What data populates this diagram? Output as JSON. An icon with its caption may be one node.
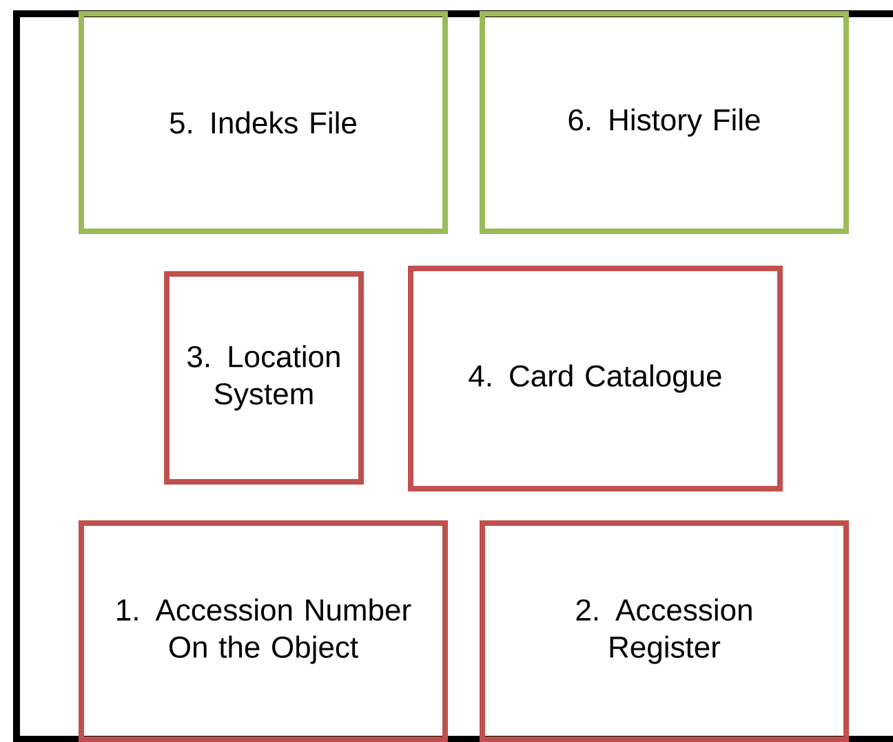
{
  "diagram": {
    "nodes": [
      {
        "text": [
          "5. Indeks File"
        ]
      },
      {
        "text": [
          "6. History File"
        ]
      },
      {
        "text": [
          "3. Location System"
        ]
      },
      {
        "text": [
          "4. Card Catalogue"
        ]
      },
      {
        "text": [
          "1. Accession Number On the Object"
        ]
      },
      {
        "text": [
          "2. Accession Register"
        ]
      }
    ]
  }
}
